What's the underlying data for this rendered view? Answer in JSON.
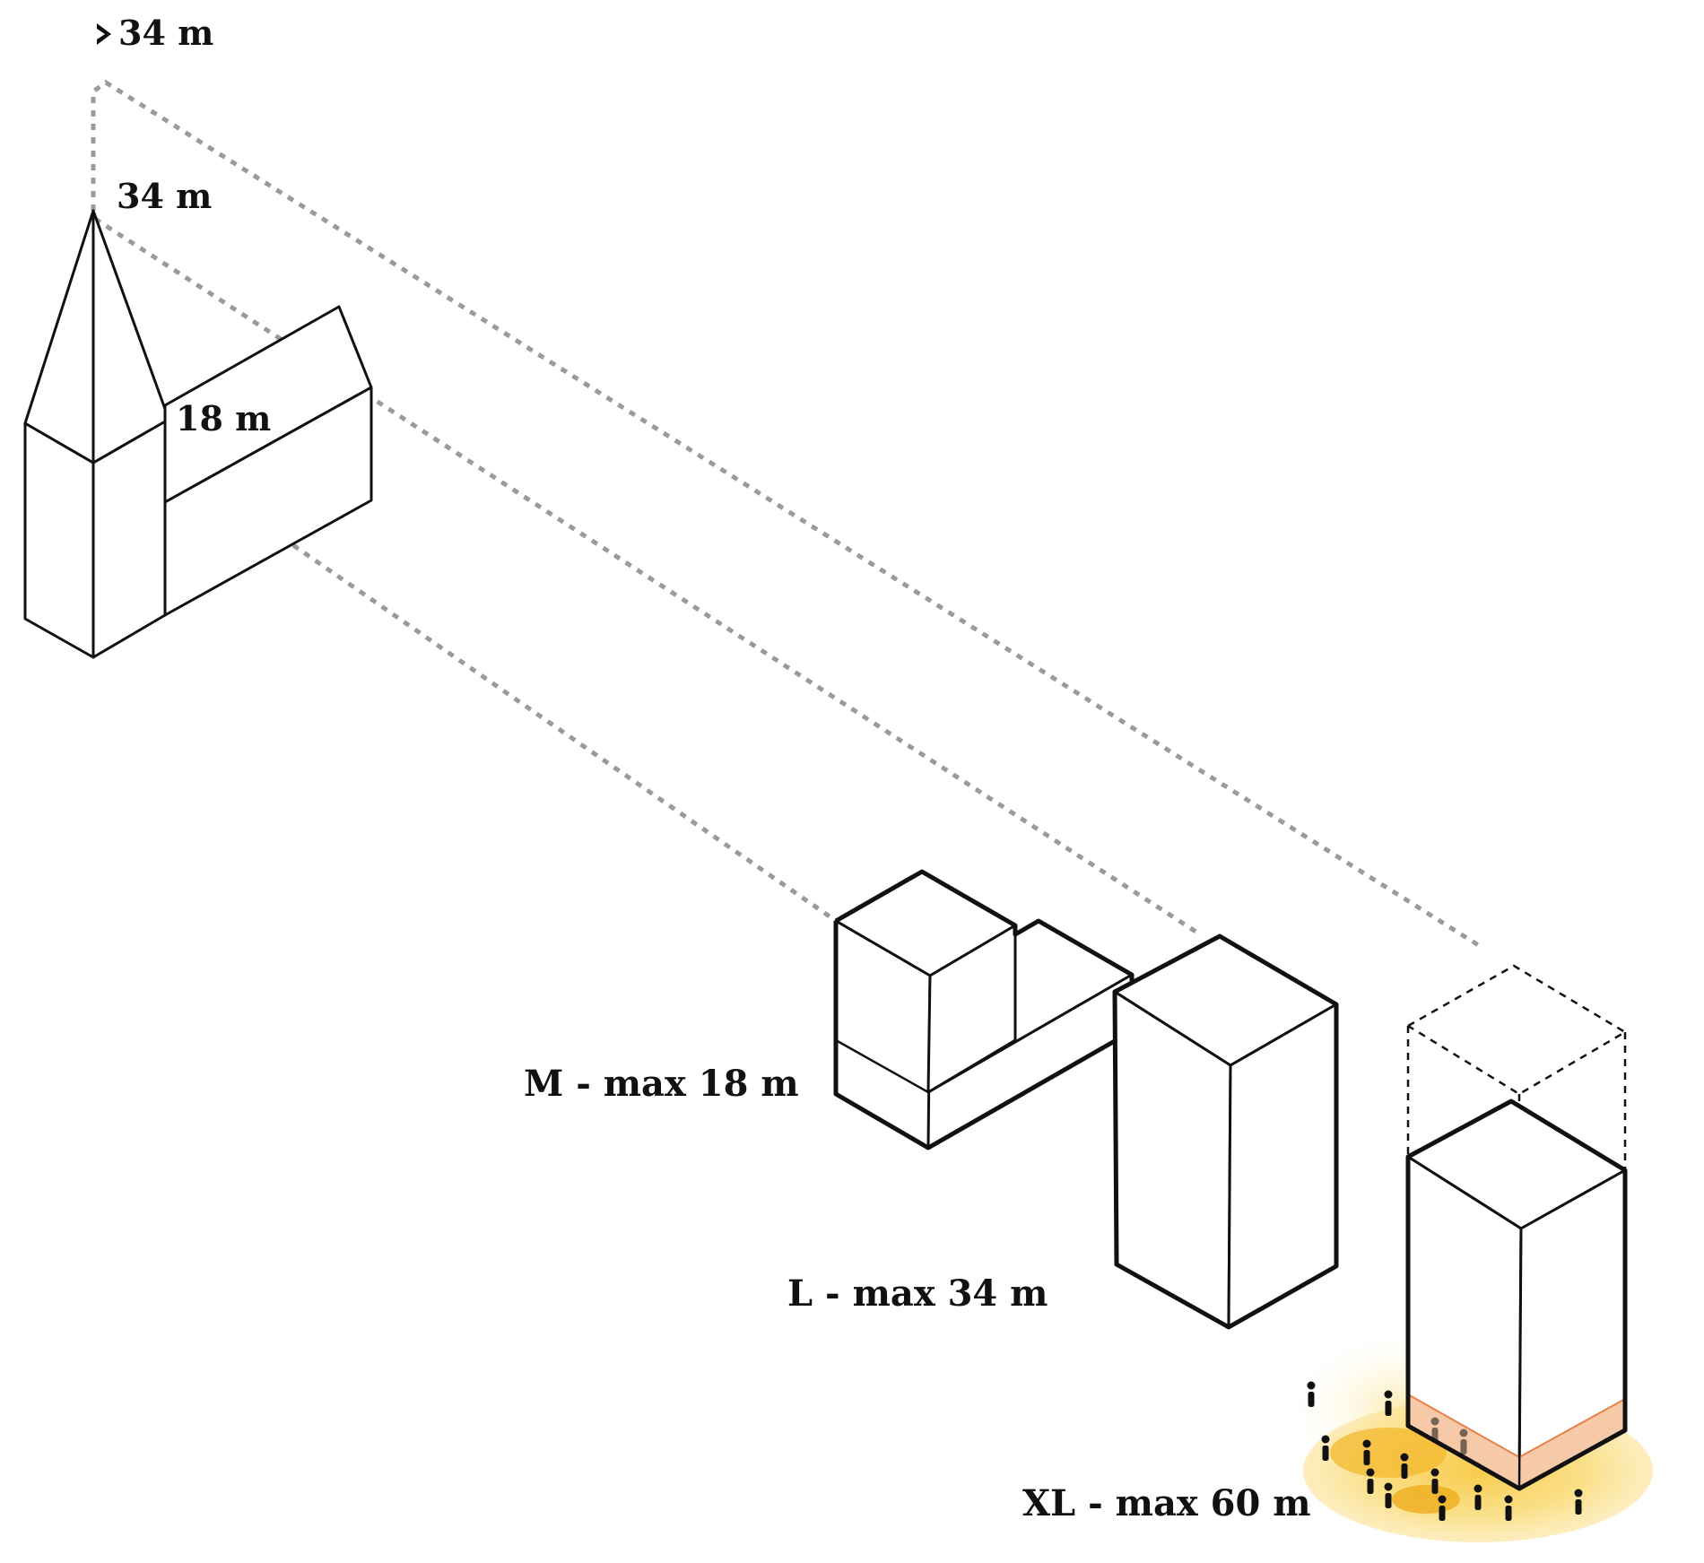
{
  "labels": {
    "church_max": "34 m",
    "church_tower": "34 m",
    "church_nave": "18 m",
    "size_m": "M - max 18 m",
    "size_l": "L - max 34 m",
    "size_xl": "XL - max 60 m"
  },
  "colors": {
    "outline": "#111111",
    "guide_lines": "#9a9a9a",
    "ground_glow": "#f7c842",
    "plinth": "#f6c9a8",
    "plinth_edge": "#e8824a",
    "people": "#111111"
  },
  "icons": {
    "arrow": "chevron-right-icon",
    "people": "person-icon"
  }
}
